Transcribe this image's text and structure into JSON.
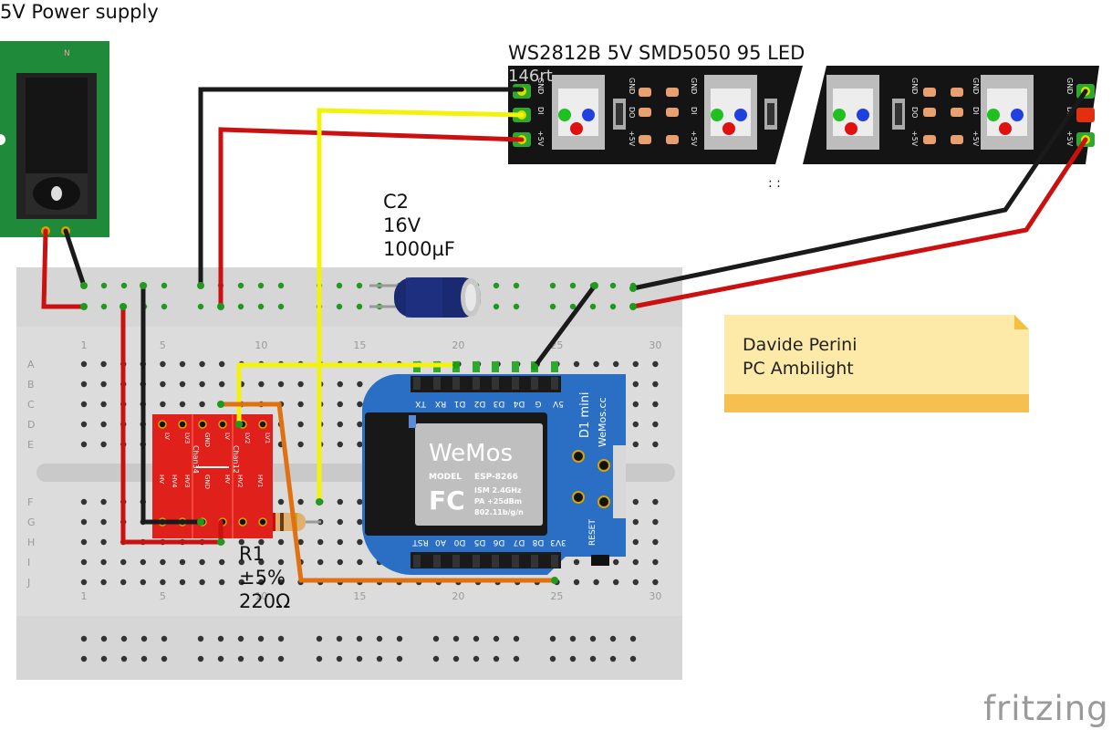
{
  "labels": {
    "power_supply": "5V Power supply",
    "led_strip": "WS2812B 5V SMD5050 95 LED",
    "led_strip_id": "146rt",
    "c2_name": "C2",
    "c2_voltage": "16V",
    "c2_capacitance": "1000µF",
    "r1_name": "R1",
    "r1_tolerance": "±5%",
    "r1_value": "220Ω",
    "ellipsis": ": :"
  },
  "note": {
    "line1": "Davide Perini",
    "line2": "PC Ambilight"
  },
  "breadboard": {
    "rows": [
      "A",
      "B",
      "C",
      "D",
      "E",
      "F",
      "G",
      "H",
      "I",
      "J"
    ],
    "column_numbers": [
      "1",
      "5",
      "10",
      "15",
      "20",
      "25",
      "30"
    ]
  },
  "strip_pads": {
    "left": [
      "GND",
      "DI",
      "+5V"
    ],
    "mid_left": [
      "GND",
      "DO",
      "+5V"
    ],
    "mid_right": [
      "GND",
      "DI",
      "+5V"
    ]
  },
  "level_shifter": {
    "top": [
      "LV",
      "LV3",
      "GND",
      "LV",
      "LV2",
      "LV1"
    ],
    "bottom": [
      "HV",
      "HV4",
      "HV3",
      "GND",
      "HV",
      "HV2",
      "HV1"
    ],
    "side_left": "Chan34",
    "side_right": "Chan12"
  },
  "wemos": {
    "top_pins": [
      "TX",
      "RX",
      "D1",
      "D2",
      "D3",
      "D4",
      "G",
      "5V"
    ],
    "bottom_pins": [
      "RST",
      "A0",
      "D0",
      "D5",
      "D6",
      "D7",
      "D8",
      "3V3"
    ],
    "brand": "WeMos",
    "model_label": "MODEL",
    "model": "ESP-8266",
    "specs": [
      "ISM 2.4GHz",
      "PA +25dBm",
      "802.11b/g/n"
    ],
    "fcc": "FC",
    "side_name": "D1 mini",
    "side_site": "WeMos.cc",
    "reset": "RESET"
  },
  "watermark": "fritzing",
  "colors": {
    "wire_black": "#1a1a1a",
    "wire_red": "#cc1010",
    "wire_yellow": "#f2f20a",
    "wire_orange": "#e07010",
    "breadboard": "#dcdcdc",
    "pcb_green": "#1f8a3a",
    "wemos_blue": "#2a6fc4",
    "level_red": "#e0201a",
    "strip_black": "#141414",
    "note_yellow": "#fde9a8"
  }
}
